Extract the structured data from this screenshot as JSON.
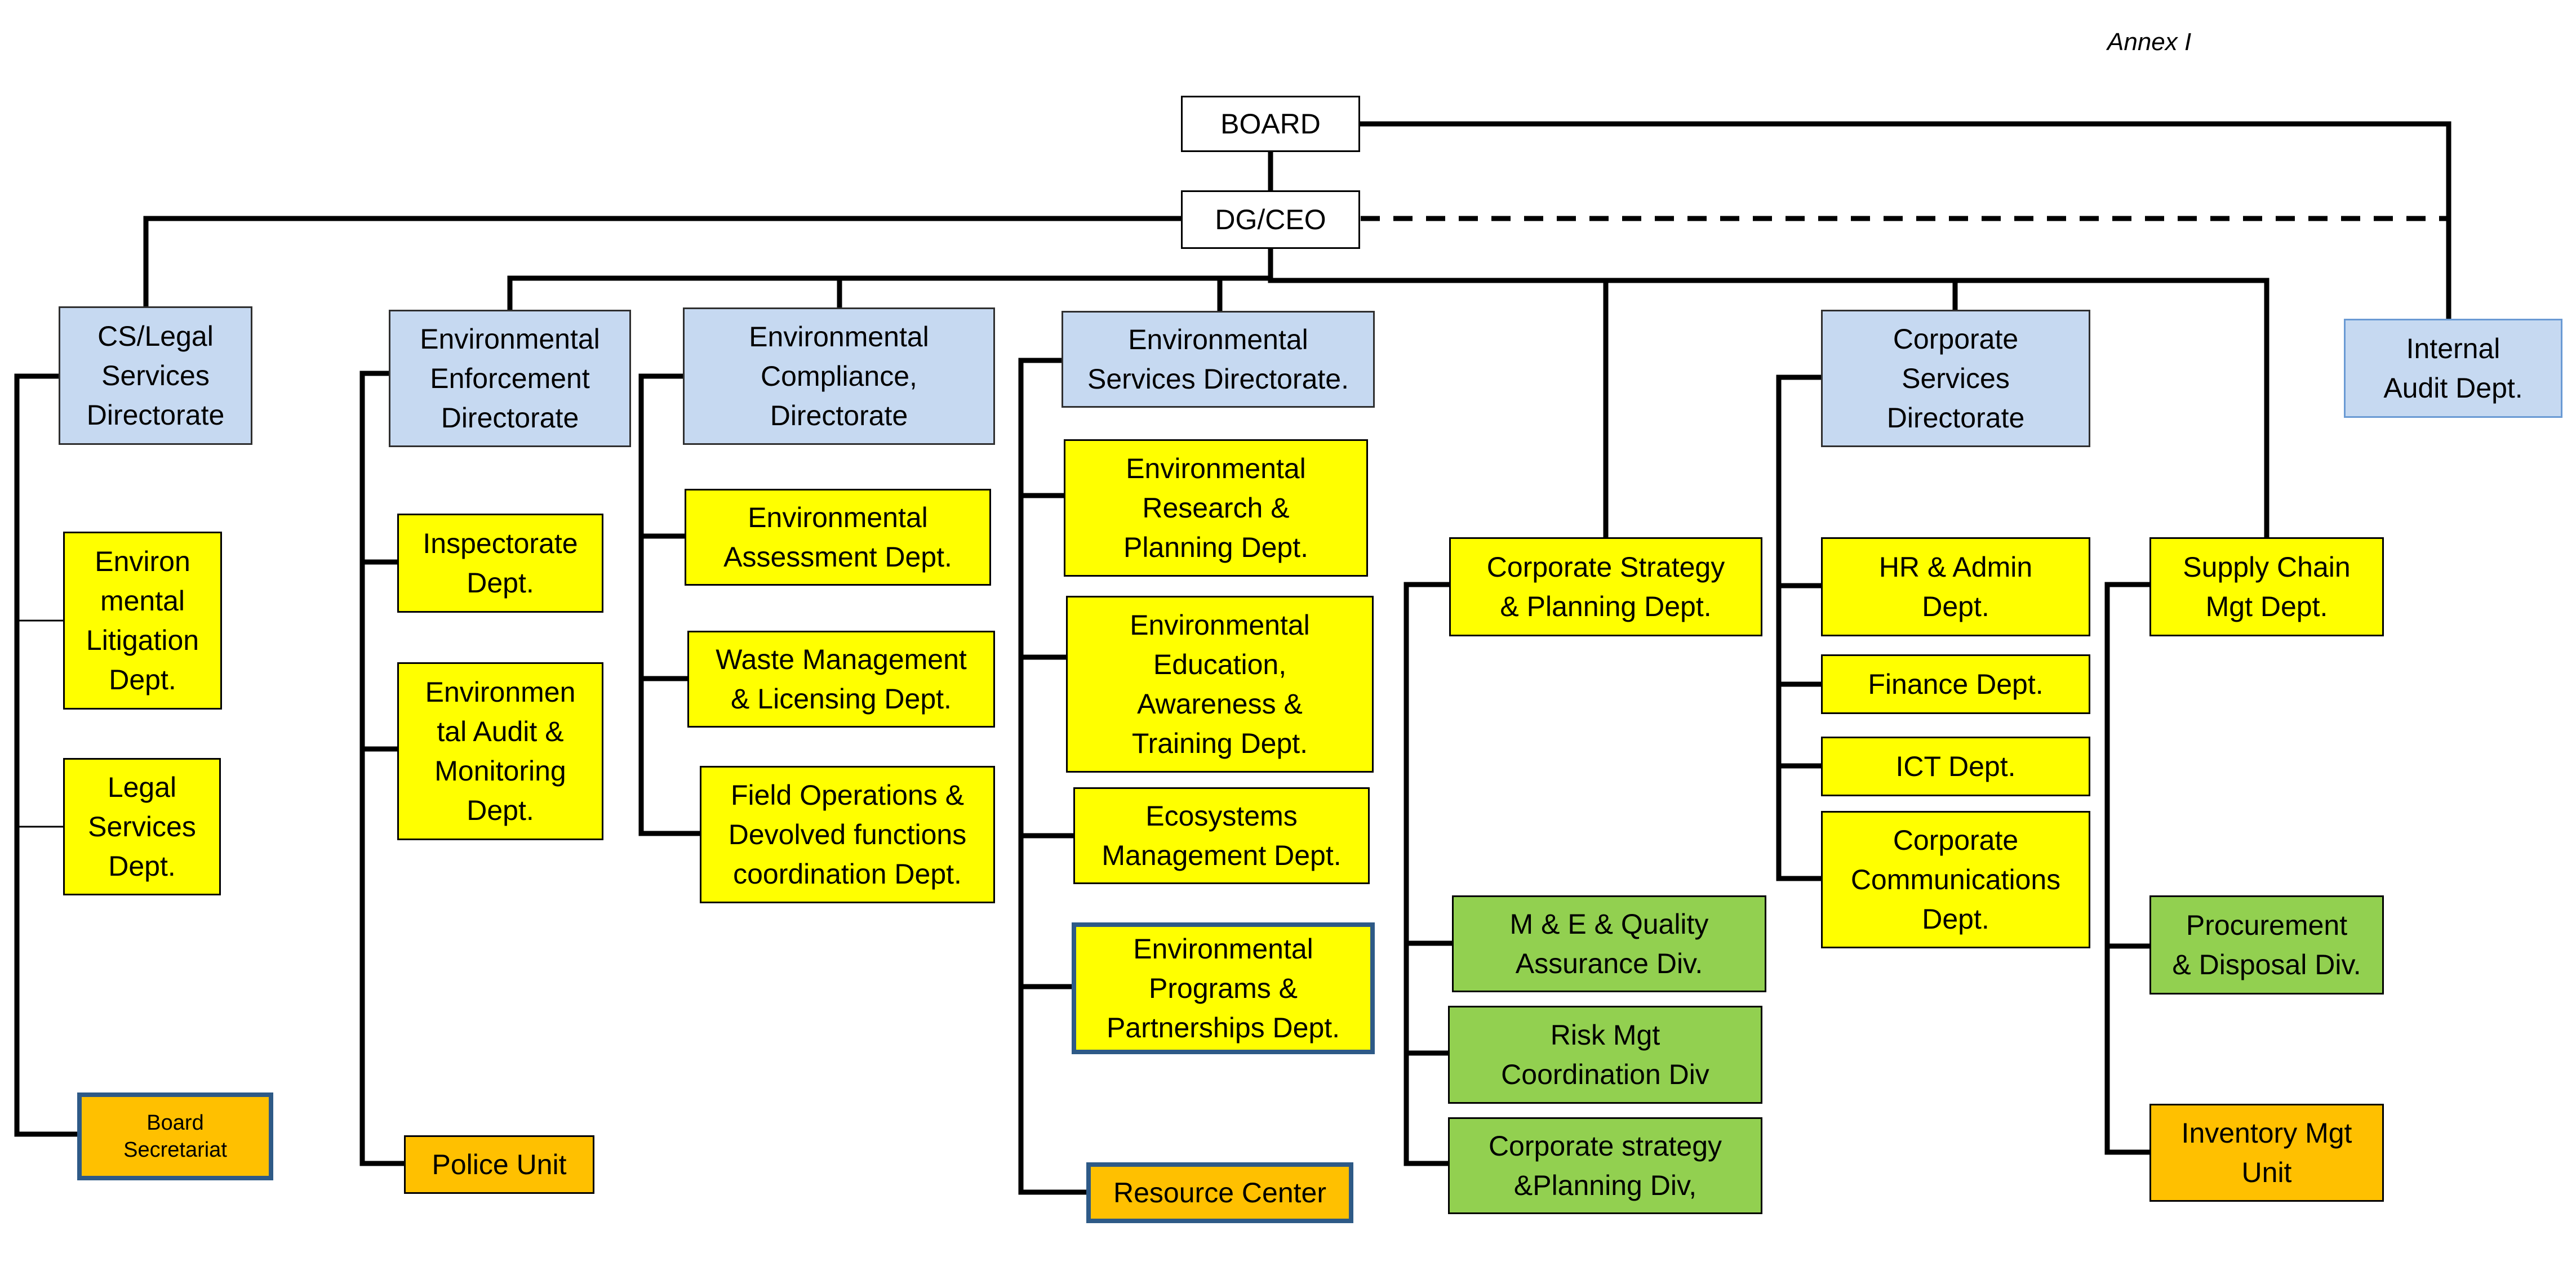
{
  "annex": "Annex I",
  "top": {
    "board": "BOARD",
    "dg_ceo": "DG/CEO"
  },
  "directorates": {
    "cs_legal": "CS/Legal\nServices\nDirectorate",
    "enforcement": "Environmental\nEnforcement\nDirectorate",
    "compliance": "Environmental\nCompliance,\nDirectorate",
    "services": "Environmental\nServices Directorate.",
    "corporate": "Corporate\nServices\nDirectorate",
    "internal_audit": "Internal\nAudit Dept."
  },
  "cs_legal_units": {
    "litigation": "Environ\nmental\nLitigation\nDept.",
    "legal_services": "Legal\nServices\nDept.",
    "board_secretariat": "Board\nSecretariat"
  },
  "enforcement_units": {
    "inspectorate": "Inspectorate\nDept.",
    "audit_monitoring": "Environmen\ntal Audit &\nMonitoring\nDept.",
    "police_unit": "Police Unit"
  },
  "compliance_units": {
    "assessment": "Environmental\nAssessment Dept.",
    "waste": "Waste Management\n& Licensing Dept.",
    "field_ops": "Field Operations &\nDevolved functions\ncoordination  Dept."
  },
  "services_units": {
    "research": "Environmental\nResearch &\nPlanning Dept.",
    "education": "Environmental\nEducation,\nAwareness &\nTraining Dept.",
    "ecosystems": "Ecosystems\nManagement Dept.",
    "programs": "Environmental\nPrograms &\nPartnerships Dept.",
    "resource_center": "Resource Center"
  },
  "strategy_units": {
    "strategy_dept": "Corporate Strategy\n& Planning Dept.",
    "me_quality": "M & E & Quality\nAssurance Div.",
    "risk": "Risk Mgt\nCoordination Div",
    "strategy_div": "Corporate strategy\n&Planning Div,"
  },
  "corporate_units": {
    "hr_admin": "HR & Admin\nDept.",
    "finance": "Finance Dept.",
    "ict": "ICT Dept.",
    "communications": "Corporate\nCommunications\nDept."
  },
  "supply_units": {
    "supply_chain": "Supply Chain\nMgt Dept.",
    "procurement": "Procurement\n& Disposal Div.",
    "inventory": "Inventory Mgt\nUnit"
  },
  "colors": {
    "line": "#000000",
    "directorate_fill": "#c6d9f1",
    "department_fill": "#ffff00",
    "division_fill": "#92d050",
    "unit_fill": "#ffc000",
    "highlight_border": "#2e5a87"
  }
}
